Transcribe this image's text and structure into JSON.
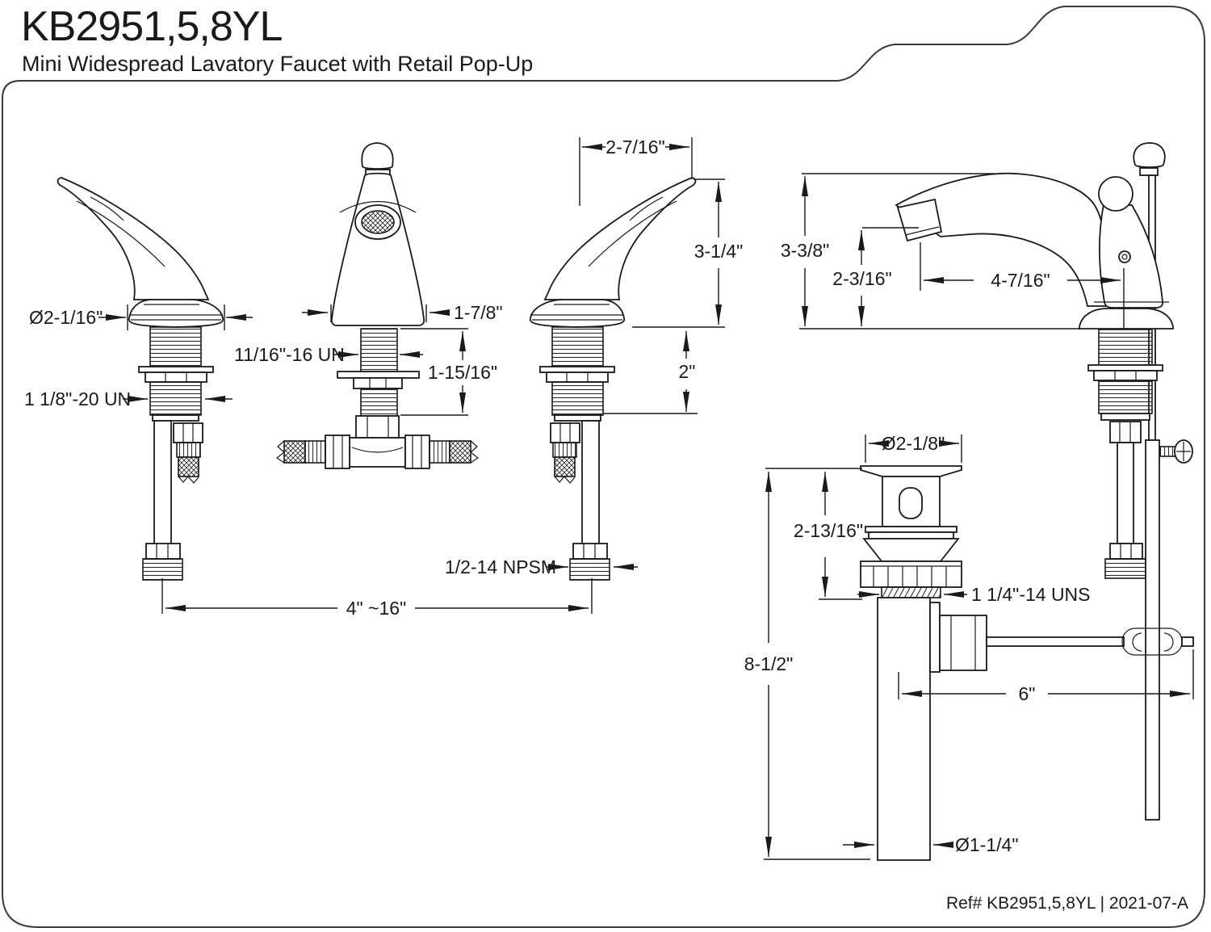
{
  "header": {
    "title": "KB2951,5,8YL",
    "subtitle": "Mini Widespread Lavatory Faucet with Retail Pop-Up"
  },
  "footer": {
    "ref": "Ref# KB2951,5,8YL | 2021-07-A"
  },
  "dimensions": {
    "handle_base_diameter": "Ø2-1/16\"",
    "handle_shank_thread": "1 1/8\"-20 UN",
    "spout_shank_thread": "11/16\"-16 UN",
    "spout_base_width": "1-7/8\"",
    "spout_shank_length": "1-15/16\"",
    "handle_width": "2-7/16\"",
    "handle_height": "3-1/4\"",
    "handle_shank_length": "2\"",
    "supply_connector_thread": "1/2-14 NPSM",
    "faucet_spread": "4\" ~16\"",
    "faucet_height": "3-3/8\"",
    "spout_outlet_height": "2-3/16\"",
    "spout_reach": "4-7/16\"",
    "drain_flange_diameter": "Ø2-1/8\"",
    "drain_upper_length": "2-13/16\"",
    "drain_thread": "1 1/4\"-14 UNS",
    "drain_overall_length": "8-1/2\"",
    "lift_rod_offset": "6\"",
    "tailpiece_diameter": "Ø1-1/4\""
  },
  "colors": {
    "line": "#1a1a1a",
    "background": "#ffffff"
  }
}
